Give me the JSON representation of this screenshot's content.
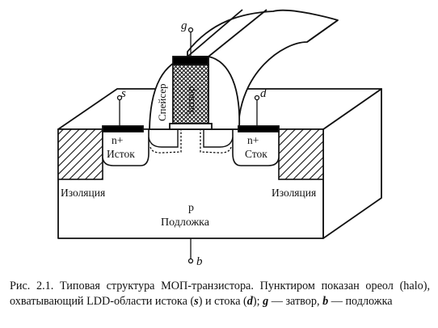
{
  "diagram": {
    "terminals": {
      "gate": "g",
      "source": "s",
      "drain": "d",
      "body": "b"
    },
    "labels": {
      "n_plus_source": "n+",
      "source": "Исток",
      "n_plus_drain": "n+",
      "drain": "Сток",
      "spacer": "Спейсер",
      "gate": "Затвор",
      "isolation_left": "Изоляция",
      "isolation_right": "Изоляция",
      "substrate_type": "p",
      "substrate": "Подложка"
    }
  },
  "caption": {
    "figure_number": "Рис. 2.1.",
    "text_part1": "Типовая структура МОП-транзистора. Пунктиром показан ореол (halo), охватывающий LDD-области истока (",
    "s": "s",
    "text_part2": ") и стока (",
    "d": "d",
    "text_part3": ");",
    "g": "g",
    "gate_desc": " — затвор,",
    "b": "b",
    "substrate_desc": " — подложка"
  },
  "colors": {
    "line": "#111111",
    "fill": "#ffffff",
    "contact": "#000000"
  }
}
